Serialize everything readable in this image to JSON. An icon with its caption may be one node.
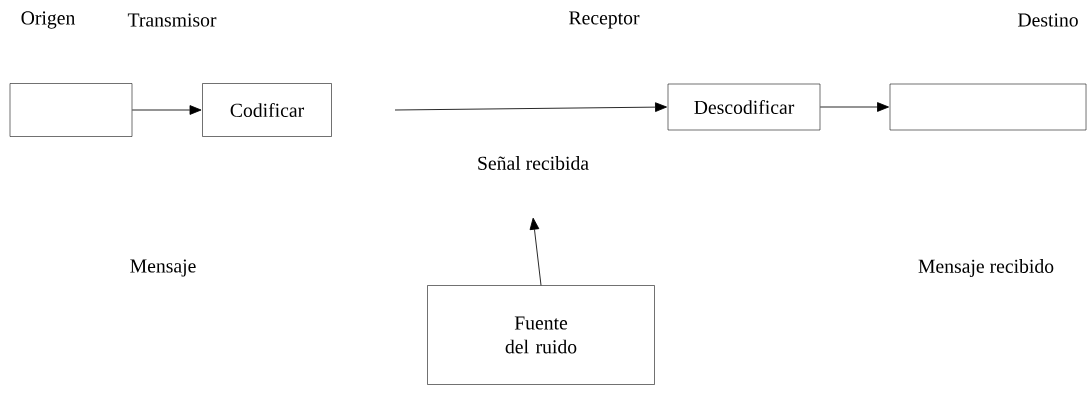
{
  "diagram": {
    "nodes": [
      {
        "text": [],
        "shape": "box"
      },
      {
        "text": [
          "Codificar"
        ]
      },
      {
        "text": [
          "Señal recibida"
        ]
      },
      {
        "text": [
          "Descodificar"
        ]
      },
      {
        "text": [],
        "shape": "box"
      },
      {
        "text": [
          "Fuente del ruido"
        ]
      }
    ],
    "edges": [
      {
        "from": 0,
        "to": 1,
        "arrow": "to"
      },
      {
        "from": null,
        "to": 3,
        "arrow": "to"
      },
      {
        "from": 3,
        "to": 4,
        "arrow": "to"
      },
      {
        "from": 5,
        "to": 2,
        "arrow": "to"
      }
    ],
    "labels": [
      "Origen",
      "Transmisor",
      "Receptor",
      "Destino",
      "Mensaje",
      "Mensaje recibido"
    ]
  }
}
